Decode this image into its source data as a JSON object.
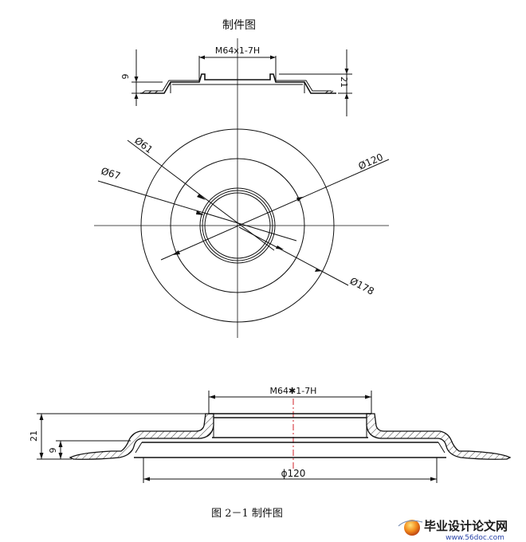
{
  "title": "制件图",
  "caption": "图 2－1   制件图",
  "top_view": {
    "thread_label": "M64x1-7H",
    "dim_height": "21",
    "dim_step": "9"
  },
  "plan_view": {
    "dia_61": "Ø61",
    "dia_67": "Ø67",
    "dia_120": "Ø120",
    "dia_178": "Ø178"
  },
  "section_view": {
    "thread_label": "M64✱1-7H",
    "dim_height": "21",
    "dim_step": "9",
    "dia_bottom": "ϕ120"
  },
  "watermark": {
    "site_name": "毕业设计论文网",
    "site_url": "www.56doc.com"
  }
}
